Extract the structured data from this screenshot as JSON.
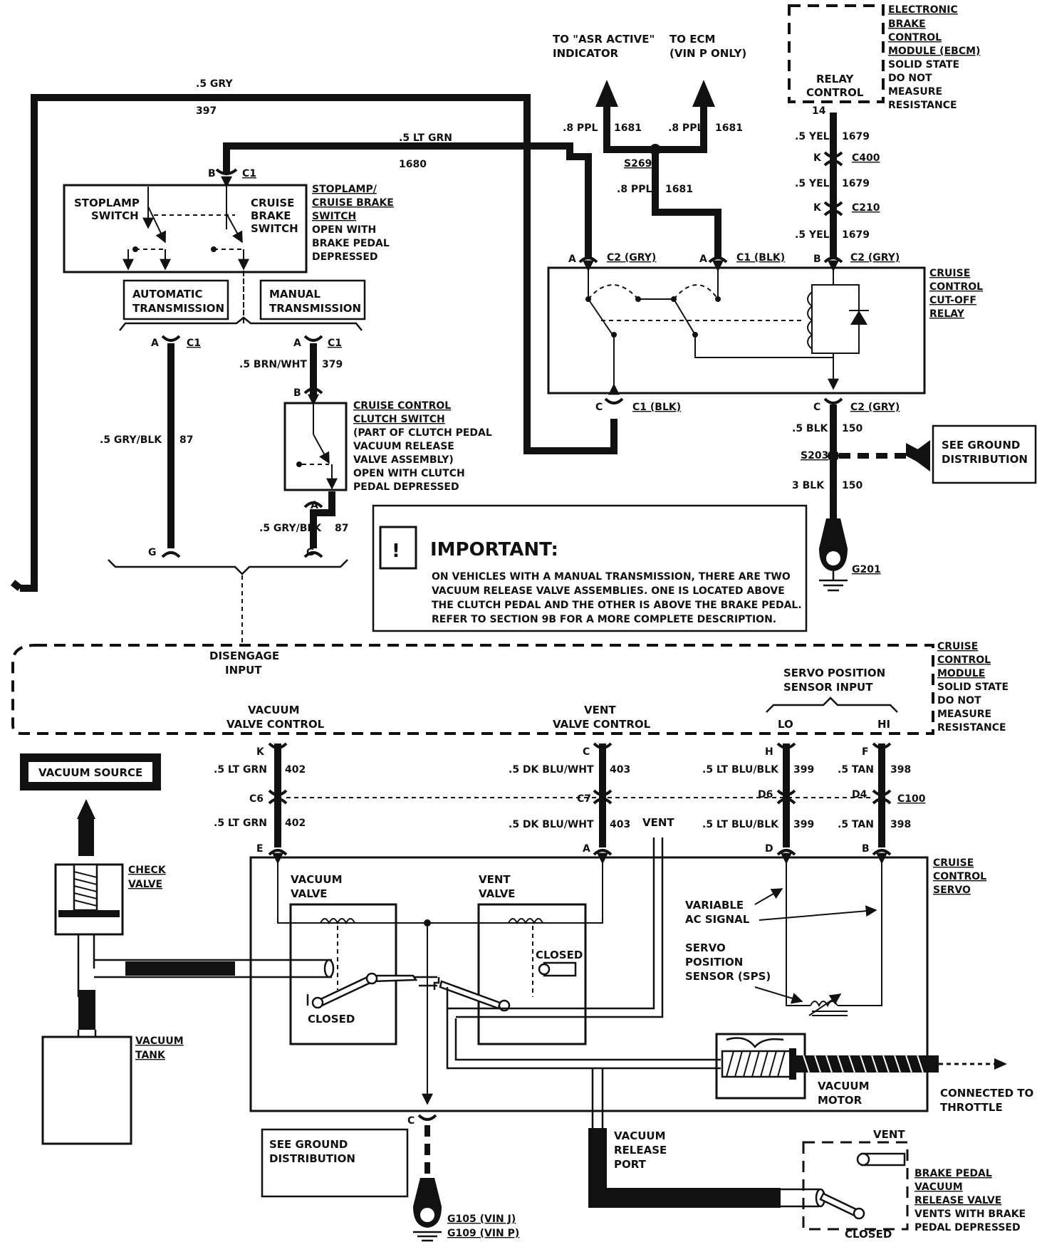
{
  "labels": {
    "asr_indicator": [
      "TO \"ASR ACTIVE\"",
      "INDICATOR"
    ],
    "to_ecm": [
      "TO ECM",
      "(VIN P ONLY)"
    ],
    "ebcm": [
      "ELECTRONIC",
      "BRAKE",
      "CONTROL",
      "MODULE (EBCM)",
      "SOLID STATE",
      "DO NOT",
      "MEASURE",
      "RESISTANCE"
    ],
    "relay_control": [
      "RELAY",
      "CONTROL"
    ],
    "stoplamp_switch": [
      "STOPLAMP",
      "SWITCH"
    ],
    "cruise_brake_switch": [
      "CRUISE",
      "BRAKE",
      "SWITCH"
    ],
    "stoplamp_cruise_desc": [
      "STOPLAMP/",
      "CRUISE BRAKE",
      "SWITCH",
      "OPEN WITH",
      "BRAKE PEDAL",
      "DEPRESSED"
    ],
    "automatic_transmission": [
      "AUTOMATIC",
      "TRANSMISSION"
    ],
    "manual_transmission": [
      "MANUAL",
      "TRANSMISSION"
    ],
    "clutch_switch_desc": [
      "CRUISE CONTROL",
      "CLUTCH SWITCH",
      "(PART OF CLUTCH PEDAL",
      "VACUUM RELEASE",
      "VALVE ASSEMBLY)",
      "OPEN WITH CLUTCH",
      "PEDAL DEPRESSED"
    ],
    "cutoff_relay": [
      "CRUISE",
      "CONTROL",
      "CUT-OFF",
      "RELAY"
    ],
    "see_ground_1": [
      "SEE GROUND",
      "DISTRIBUTION"
    ],
    "see_ground_2": [
      "SEE GROUND",
      "DISTRIBUTION"
    ],
    "important_title": "IMPORTANT:",
    "important_body": [
      "ON VEHICLES WITH A MANUAL TRANSMISSION, THERE ARE TWO",
      "VACUUM RELEASE VALVE ASSEMBLIES.  ONE IS LOCATED ABOVE",
      "THE CLUTCH PEDAL AND THE OTHER IS ABOVE THE BRAKE PEDAL.",
      "REFER TO SECTION 9B FOR A MORE COMPLETE DESCRIPTION."
    ],
    "disengage_input": [
      "DISENGAGE",
      "INPUT"
    ],
    "ccm": [
      "CRUISE",
      "CONTROL",
      "MODULE",
      "SOLID STATE",
      "DO NOT",
      "MEASURE",
      "RESISTANCE"
    ],
    "servo_position_input": [
      "SERVO POSITION",
      "SENSOR INPUT"
    ],
    "lo": "LO",
    "hi": "HI",
    "vacuum_valve_control": [
      "VACUUM",
      "VALVE CONTROL"
    ],
    "vent_valve_control": [
      "VENT",
      "VALVE CONTROL"
    ],
    "vacuum_source": "VACUUM SOURCE",
    "check_valve": [
      "CHECK",
      "VALVE"
    ],
    "vacuum_tank": [
      "VACUUM",
      "TANK"
    ],
    "vent_top": "VENT",
    "vacuum_valve": [
      "VACUUM",
      "VALVE"
    ],
    "vent_valve": [
      "VENT",
      "VALVE"
    ],
    "closed": "CLOSED",
    "variable_ac": [
      "VARIABLE",
      "AC SIGNAL"
    ],
    "sps": [
      "SERVO",
      "POSITION",
      "SENSOR (SPS)"
    ],
    "vacuum_motor": [
      "VACUUM",
      "MOTOR"
    ],
    "servo": [
      "CRUISE",
      "CONTROL",
      "SERVO"
    ],
    "connected_throttle": [
      "CONNECTED TO",
      "THROTTLE"
    ],
    "vacuum_release_port": [
      "VACUUM",
      "RELEASE",
      "PORT"
    ],
    "vent_brake": "VENT",
    "brake_release_valve": [
      "BRAKE PEDAL",
      "VACUUM",
      "RELEASE VALVE",
      "VENTS WITH BRAKE",
      "PEDAL DEPRESSED"
    ],
    "g201": "G201",
    "g105": "G105  (VIN J)",
    "g109": "G109  (VIN P)"
  },
  "wires": {
    "w397": {
      "gauge": ".5 GRY",
      "circuit": "397"
    },
    "w1680": {
      "gauge": ".5 LT GRN",
      "circuit": "1680"
    },
    "w1681a": {
      "gauge": ".8 PPL",
      "circuit": "1681"
    },
    "w1681b": {
      "gauge": ".8 PPL",
      "circuit": "1681"
    },
    "w1681c": {
      "gauge": ".8 PPL",
      "circuit": "1681"
    },
    "w1679a": {
      "gauge": ".5 YEL",
      "circuit": "1679"
    },
    "w1679b": {
      "gauge": ".5 YEL",
      "circuit": "1679"
    },
    "w1679c": {
      "gauge": ".5 YEL",
      "circuit": "1679"
    },
    "w379": {
      "gauge": ".5 BRN/WHT",
      "circuit": "379"
    },
    "w87a": {
      "gauge": ".5 GRY/BLK",
      "circuit": "87"
    },
    "w87b": {
      "gauge": ".5 GRY/BLK",
      "circuit": "87"
    },
    "w150a": {
      "gauge": ".5 BLK",
      "circuit": "150"
    },
    "w150b": {
      "gauge": "3 BLK",
      "circuit": "150"
    },
    "w402a": {
      "gauge": ".5 LT GRN",
      "circuit": "402"
    },
    "w402b": {
      "gauge": ".5 LT GRN",
      "circuit": "402"
    },
    "w403a": {
      "gauge": ".5 DK BLU/WHT",
      "circuit": "403"
    },
    "w403b": {
      "gauge": ".5 DK BLU/WHT",
      "circuit": "403"
    },
    "w399a": {
      "gauge": ".5 LT BLU/BLK",
      "circuit": "399"
    },
    "w399b": {
      "gauge": ".5 LT BLU/BLK",
      "circuit": "399"
    },
    "w398a": {
      "gauge": ".5 TAN",
      "circuit": "398"
    },
    "w398b": {
      "gauge": ".5 TAN",
      "circuit": "398"
    }
  },
  "connectors": {
    "relay_14": "14",
    "k1": "K",
    "c400": "C400",
    "k2": "K",
    "c210": "C210",
    "s269": "S269",
    "s203": "S203",
    "b_c1": "B",
    "c1_top": "C1",
    "a_c2_gry": "A",
    "c2_gry_label": "C2 (GRY)",
    "a_c1_blk": "A",
    "c1_blk_label": "C1 (BLK)",
    "b_c2_gry": "B",
    "c2_gry_label2": "C2 (GRY)",
    "c_c1_blk": "C",
    "c1_blk_label2": "C1 (BLK)",
    "c_c2_gry": "C",
    "c2_gry_label3": "C2 (GRY)",
    "a_c1_auto": "A",
    "c1_auto": "C1",
    "a_c1_man": "A",
    "c1_man": "C1",
    "b_clutch": "B",
    "a_clutch": "A",
    "g_left": "G",
    "g_right": "G",
    "k_402": "K",
    "c6": "C6",
    "e_402": "E",
    "c_403": "C",
    "c7": "C7",
    "a_403": "A",
    "h_399": "H",
    "d6": "D6",
    "d_399": "D",
    "f_398": "F",
    "d4": "D4",
    "c100": "C100",
    "b_398": "B",
    "c_ground": "C"
  }
}
